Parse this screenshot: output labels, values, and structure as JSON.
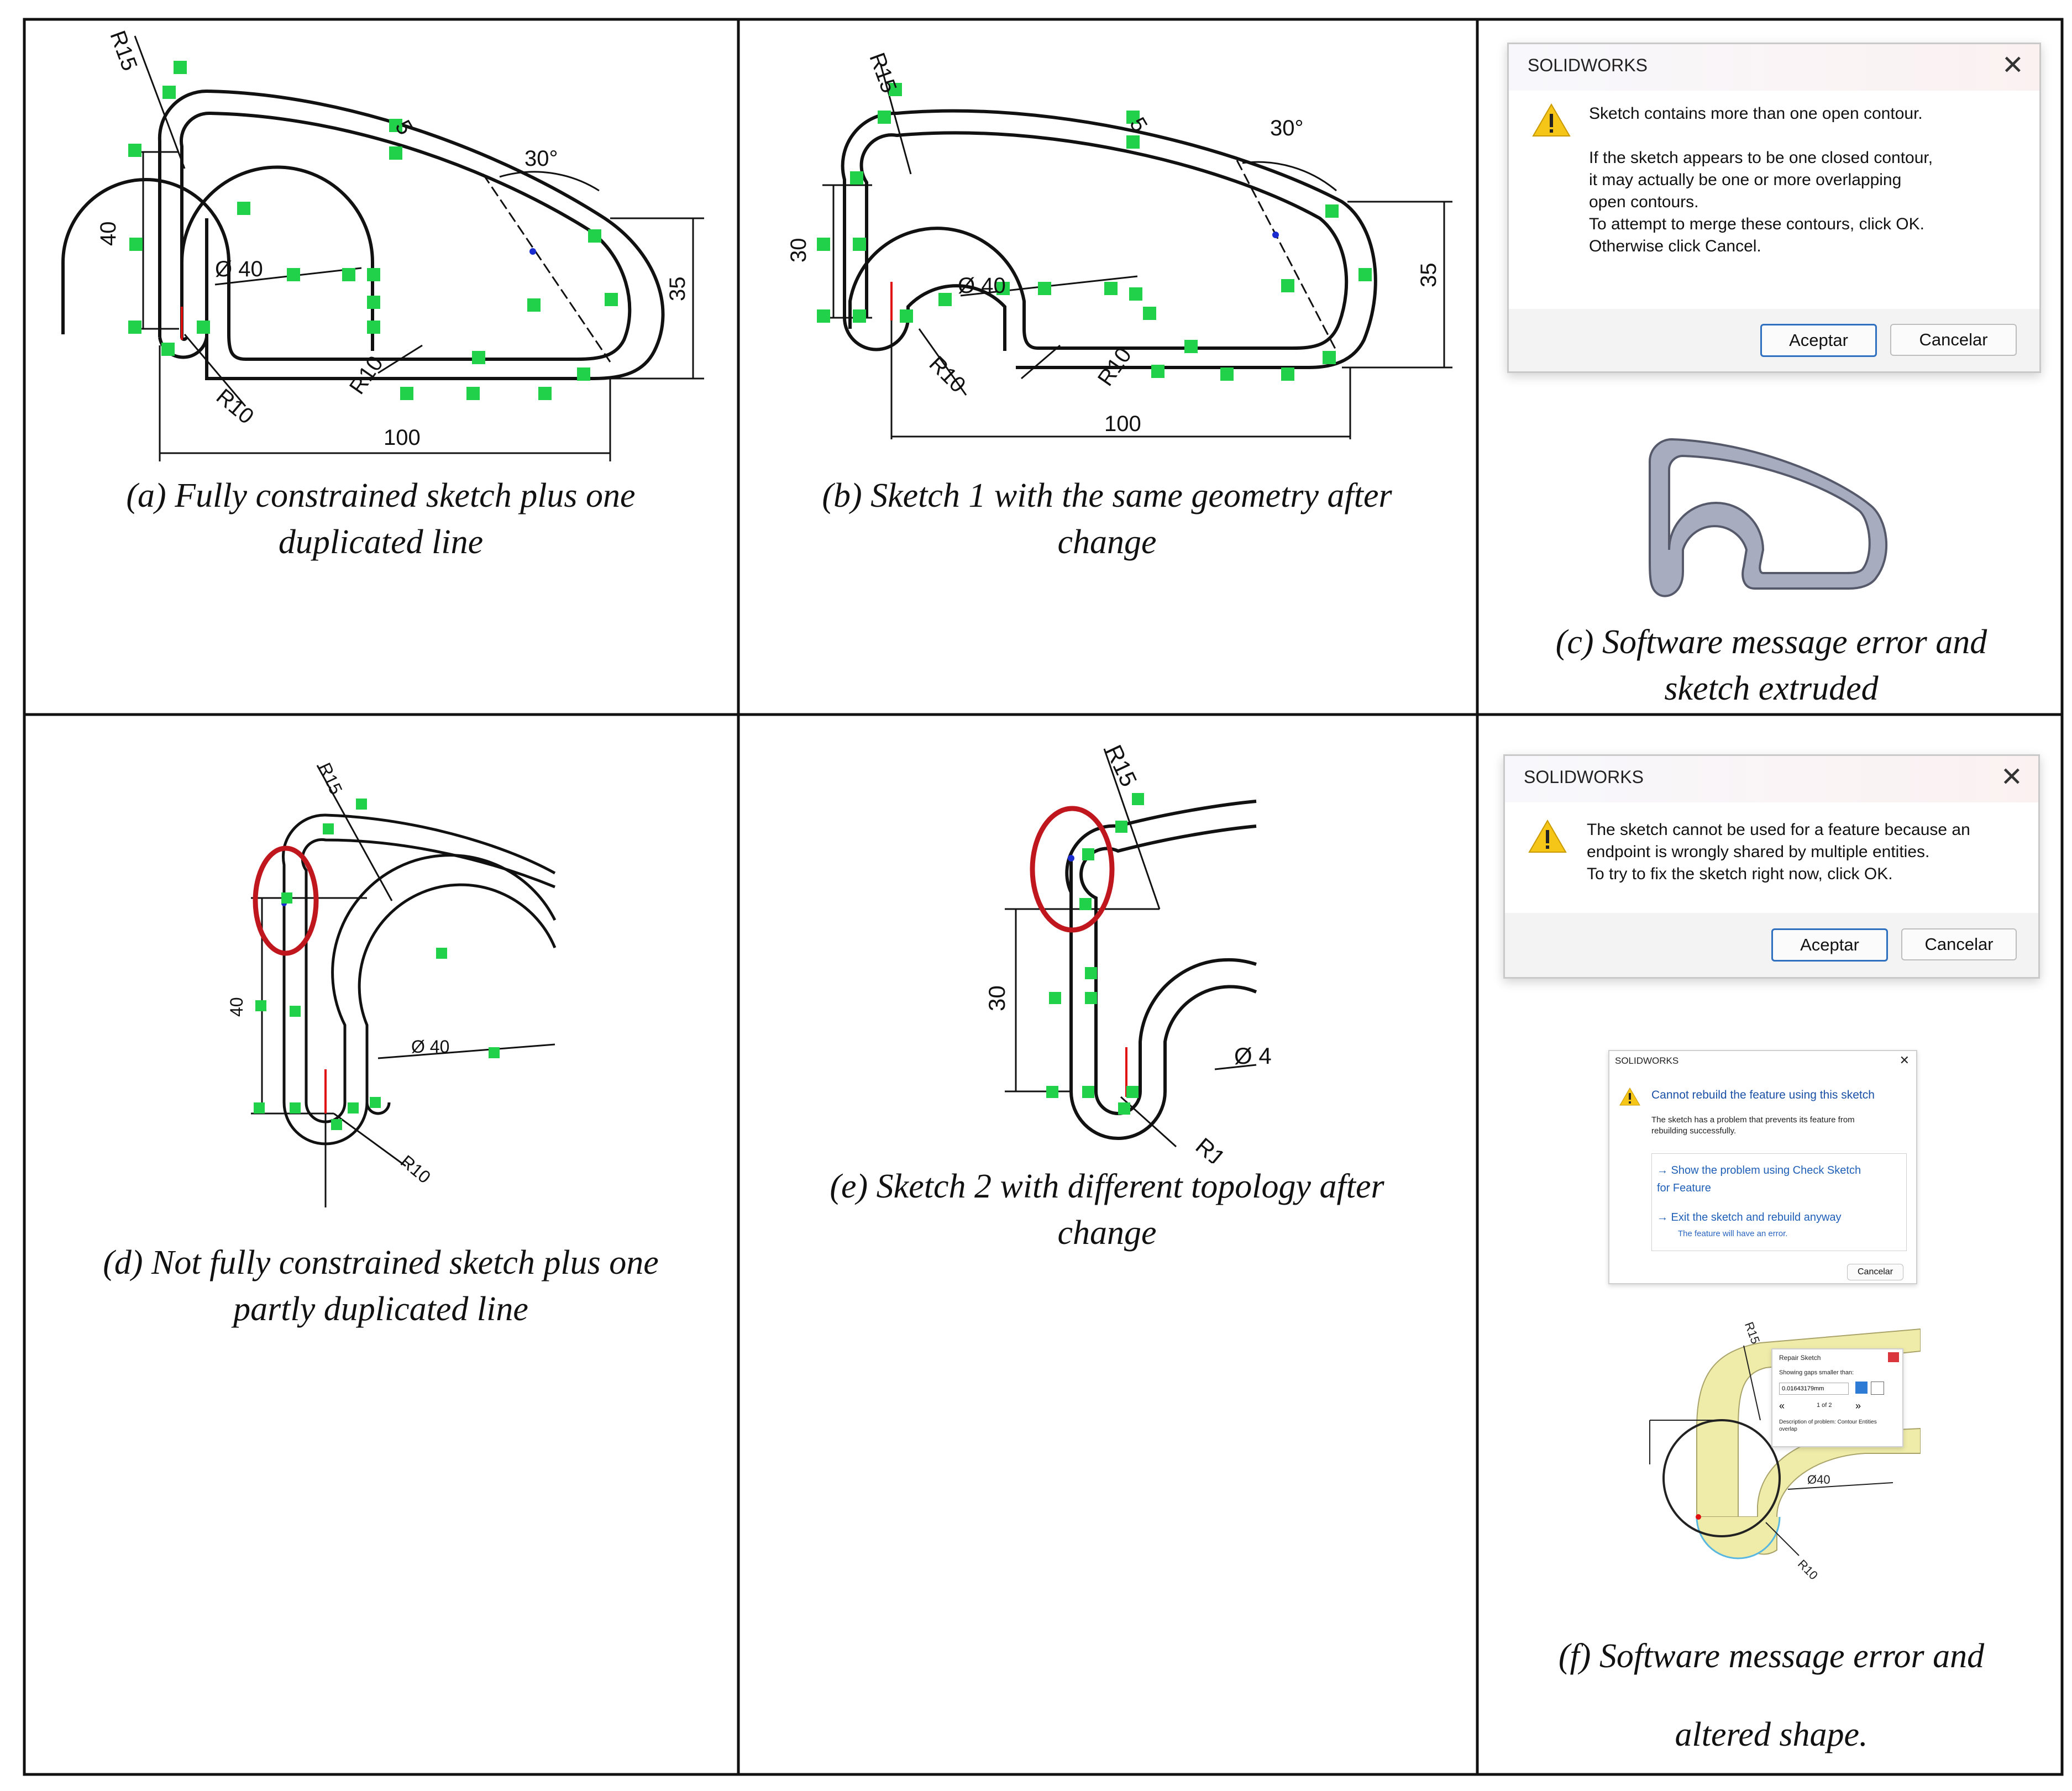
{
  "captions": {
    "a": "(a) Fully constrained sketch plus one\nduplicated line",
    "b": "(b) Sketch 1 with the same geometry after\nchange",
    "c": "(c) Software message error and\nsketch extruded",
    "d": "(d) Not fully constrained sketch plus one\npartly duplicated line",
    "e": "(e) Sketch 2 with different topology after\nchange",
    "f1": "(f) Software message error and",
    "f2": "altered shape."
  },
  "dimensions": {
    "a": {
      "r15": "R15",
      "five": "5",
      "ang": "30°",
      "v40": "40",
      "dia": "Ø 40",
      "v35": "35",
      "r10a": "R10",
      "r10b": "R10",
      "h100": "100"
    },
    "b": {
      "r15": "R15",
      "five": "5",
      "ang": "30°",
      "v30": "30",
      "dia": "Ø 40",
      "v35": "35",
      "r10a": "R10",
      "r10b": "R10",
      "h100": "100"
    },
    "d": {
      "r15": "R15",
      "v40": "40",
      "dia": "Ø 40",
      "r10": "R10"
    },
    "e": {
      "r15": "R15",
      "v30": "30",
      "dia": "Ø 4",
      "r1": "R1"
    },
    "f": {
      "r15": "R15",
      "dia": "Ø40",
      "r10": "R10"
    }
  },
  "relation_tags": {
    "a": [
      "64",
      "0",
      "0",
      "64",
      "67",
      "67",
      "101",
      "101",
      "81",
      "81"
    ],
    "d": [
      "61",
      "61",
      "47",
      "101"
    ],
    "e": [
      "64",
      "111",
      "112",
      "101"
    ]
  },
  "dialog_c": {
    "title": "SOLIDWORKS",
    "close": "✕",
    "line1": "Sketch contains more than one open contour.",
    "line2": "If the sketch appears to be one closed contour,\nit may actually be one or more overlapping\nopen contours.",
    "line3": "To attempt to merge these contours, click OK.\nOtherwise click Cancel.",
    "ok": "Aceptar",
    "cancel": "Cancelar"
  },
  "dialog_f": {
    "title": "SOLIDWORKS",
    "close": "✕",
    "message": "The sketch cannot be used for a feature because an\nendpoint is wrongly shared by multiple entities.\nTo try to fix the sketch right now, click OK.",
    "ok": "Aceptar",
    "cancel": "Cancelar"
  },
  "rebuild_dialog": {
    "title": "SOLIDWORKS",
    "close": "✕",
    "heading": "Cannot rebuild the feature using this sketch",
    "text": "The sketch has a problem that prevents its feature from\nrebuilding successfully.",
    "opt1": "→  Show the problem using Check Sketch\n     for Feature",
    "opt2": "→  Exit the sketch and rebuild anyway",
    "opt2_sub": "The feature will have an error.",
    "cancel": "Cancelar"
  },
  "repair_sketch": {
    "title": "Repair Sketch",
    "label": "Showing gaps smaller than:",
    "value": "0.01643179mm",
    "pager": "1 of 2",
    "description": "Description of problem:  Contour Entities\noverlap"
  },
  "colors": {
    "relation_green": "#22d14a",
    "highlight_red": "#c0161d",
    "sketch_line": "#111111",
    "extrude_fill": "#a7adbf",
    "altered_fill": "#efecaa",
    "accent_blue": "#2f6fbf"
  }
}
